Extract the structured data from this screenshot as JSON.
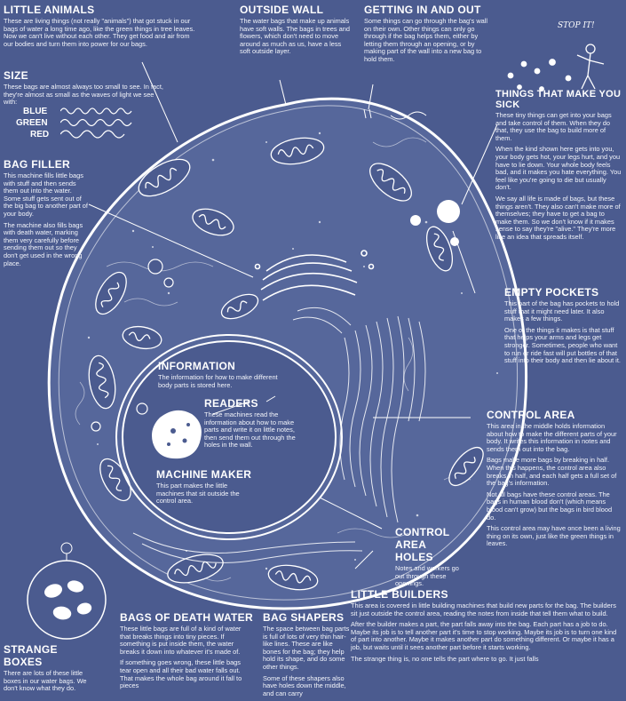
{
  "labels": {
    "little_animals": {
      "title": "LITTLE ANIMALS",
      "paras": [
        "These are living things (not really \"animals\") that got stuck in our bags of water a long time ago, like the green things in tree leaves. Now we can't live without each other. They get food and air from our bodies and turn them into power for our bags."
      ]
    },
    "outside_wall": {
      "title": "OUTSIDE WALL",
      "paras": [
        "The water bags that make up animals have soft walls. The bags in trees and flowers, which don't need to move around as much as us, have a less soft outside layer."
      ]
    },
    "getting_in_out": {
      "title": "GETTING IN AND OUT",
      "paras": [
        "Some things can go through the bag's wall on their own. Other things can only go through if the bag helps them, either by letting them through an opening, or by making part of the wall into a new bag to hold them."
      ]
    },
    "size": {
      "title": "SIZE",
      "paras": [
        "These bags are almost always too small to see. In fact, they're almost as small as the waves of light we see with:"
      ],
      "colors": [
        "BLUE",
        "GREEN",
        "RED"
      ]
    },
    "things_sick": {
      "title": "THINGS THAT MAKE YOU SICK",
      "paras": [
        "These tiny things can get into your bags and take control of them. When they do that, they use the bag to build more of them.",
        "When the kind shown here gets into you, your body gets hot, your legs hurt, and you have to lie down. Your whole body feels bad, and it makes you hate everything. You feel like you're going to die but usually don't.",
        "We say all life is made of bags, but these things aren't. They also can't make more of themselves; they have to get a bag to make them. So we don't know if it makes sense to say they're \"alive.\" They're more like an idea that spreads itself."
      ]
    },
    "bag_filler": {
      "title": "BAG FILLER",
      "paras": [
        "This machine fills little bags with stuff and then sends them out into the water. Some stuff gets sent out of the big bag to another part of your body.",
        "The machine also fills bags with death water, marking them very carefully before sending them out so they don't get used in the wrong place."
      ]
    },
    "empty_pockets": {
      "title": "EMPTY POCKETS",
      "paras": [
        "This part of the bag has pockets to hold stuff that it might need later. It also makes a few things.",
        "One of the things it makes is that stuff that helps your arms and legs get stronger. Sometimes, people who want to run or ride fast will put bottles of that stuff into their body and then lie about it."
      ]
    },
    "information": {
      "title": "INFORMATION",
      "paras": [
        "The information for how to make different body parts is stored here."
      ]
    },
    "readers": {
      "title": "READERS",
      "paras": [
        "These machines read the information about how to make parts and write it on little notes, then send them out through the holes in the wall."
      ]
    },
    "machine_maker": {
      "title": "MACHINE MAKER",
      "paras": [
        "This part makes the little machines that sit outside the control area."
      ]
    },
    "control_area": {
      "title": "CONTROL AREA",
      "paras": [
        "This area in the middle holds information about how to make the different parts of your body. It writes this information in notes and sends them out into the bag.",
        "Bags make more bags by breaking in half. When this happens, the control area also breaks in half, and each half gets a full set of the bag's information.",
        "Not all bags have these control areas. The bags in human blood don't (which means blood can't grow) but the bags in bird blood do.",
        "This control area may have once been a living thing on its own, just like the green things in leaves."
      ]
    },
    "control_holes": {
      "title": "CONTROL AREA HOLES",
      "paras": [
        "Notes and workers go out through these openings."
      ]
    },
    "little_builders": {
      "title": "LITTLE BUILDERS",
      "paras": [
        "This area is covered in little building machines that build new parts for the bag. The builders sit just outside the control area, reading the notes from inside that tell them what to build.",
        "After the builder makes a part, the part falls away into the bag. Each part has a job to do. Maybe its job is to tell another part it's time to stop working. Maybe its job is to turn one kind of part into another. Maybe it makes another part do something different. Or maybe it has a job, but waits until it sees another part before it starts working.",
        "The strange thing is, no one tells the part where to go. It just falls"
      ]
    },
    "strange_boxes": {
      "title": "STRANGE BOXES",
      "paras": [
        "There are lots of these little boxes in our water bags. We don't know what they do."
      ]
    },
    "death_water": {
      "title": "BAGS OF DEATH WATER",
      "paras": [
        "These little bags are full of a kind of water that breaks things into tiny pieces. If something is put inside them, the water breaks it down into whatever it's made of.",
        "If something goes wrong, these little bags tear open and all their bad water falls out. That makes the whole bag around it fall to pieces"
      ]
    },
    "bag_shapers": {
      "title": "BAG SHAPERS",
      "paras": [
        "The space between bag parts is full of lots of very thin hair-like lines. These are like bones for the bag; they help hold its shape, and do some other things.",
        "Some of these shapers also have holes down the middle, and can carry"
      ]
    },
    "stop_it": "STOP IT!"
  },
  "colors": {
    "background": "#4b5b8f",
    "line": "#ffffff",
    "fill": "#56679b"
  }
}
